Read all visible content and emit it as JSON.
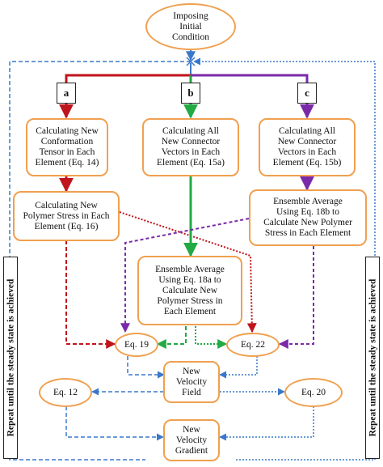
{
  "nodes": {
    "start": "Imposing\nInitial\nCondition",
    "a1": "Calculating New\nConformation\nTensor in Each\nElement (Eq. 14)",
    "b1": "Calculating All\nNew Connector\nVectors in Each\nElement (Eq. 15a)",
    "c1": "Calculating All\nNew Connector\nVectors in Each\nElement (Eq. 15b)",
    "a2": "Calculating New\nPolymer Stress in Each\nElement (Eq. 16)",
    "c2": "Ensemble Average\nUsing Eq. 18b to\nCalculate New Polymer\nStress in Each Element",
    "b2": "Ensemble Average\nUsing Eq. 18a to\nCalculate New\nPolymer Stress in\nEach Element",
    "eq19": "Eq. 19",
    "eq22": "Eq. 22",
    "vel": "New\nVelocity\nField",
    "eq12": "Eq. 12",
    "eq20": "Eq. 20",
    "grad": "New\nVelocity\nGradient"
  },
  "tags": {
    "a": "a",
    "b": "b",
    "c": "c"
  },
  "side_labels": {
    "left": "Repeat until the steady state is achieved",
    "right": "Repeat until the steady state is achieved"
  },
  "colors": {
    "node_border": "#f0a050",
    "branch_a": "#c0141c",
    "branch_b": "#22aa44",
    "branch_c": "#7a2aa8",
    "loop": "#3a78c8"
  }
}
